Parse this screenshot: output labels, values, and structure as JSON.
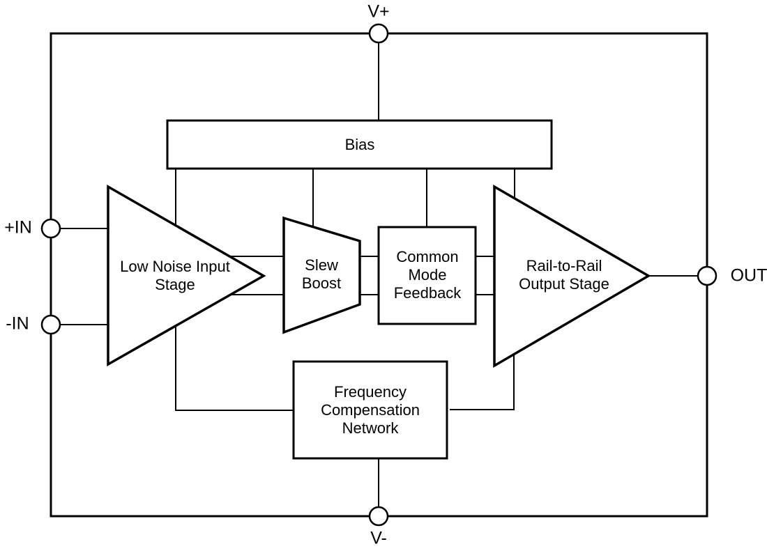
{
  "diagram": {
    "kind": "op-amp functional block diagram",
    "background": "#ffffff",
    "line_color": "#000000",
    "fill_color": "#ffffff"
  },
  "terminals": {
    "v_plus": {
      "label": "V+"
    },
    "in_plus": {
      "label": "+IN"
    },
    "in_minus": {
      "label": "-IN"
    },
    "out": {
      "label": "OUT"
    },
    "v_minus": {
      "label": "V-"
    }
  },
  "blocks": {
    "bias": {
      "label": "Bias",
      "shape": "rect"
    },
    "input_stage": {
      "label": "Low Noise Input\nStage",
      "shape": "triangle-right"
    },
    "slew_boost": {
      "label": "Slew\nBoost",
      "shape": "trapezoid-right"
    },
    "cmf": {
      "label": "Common\nMode\nFeedback",
      "shape": "rect"
    },
    "output_stage": {
      "label": "Rail-to-Rail\nOutput Stage",
      "shape": "triangle-right"
    },
    "fcn": {
      "label": "Frequency\nCompensation\nNetwork",
      "shape": "rect"
    }
  }
}
